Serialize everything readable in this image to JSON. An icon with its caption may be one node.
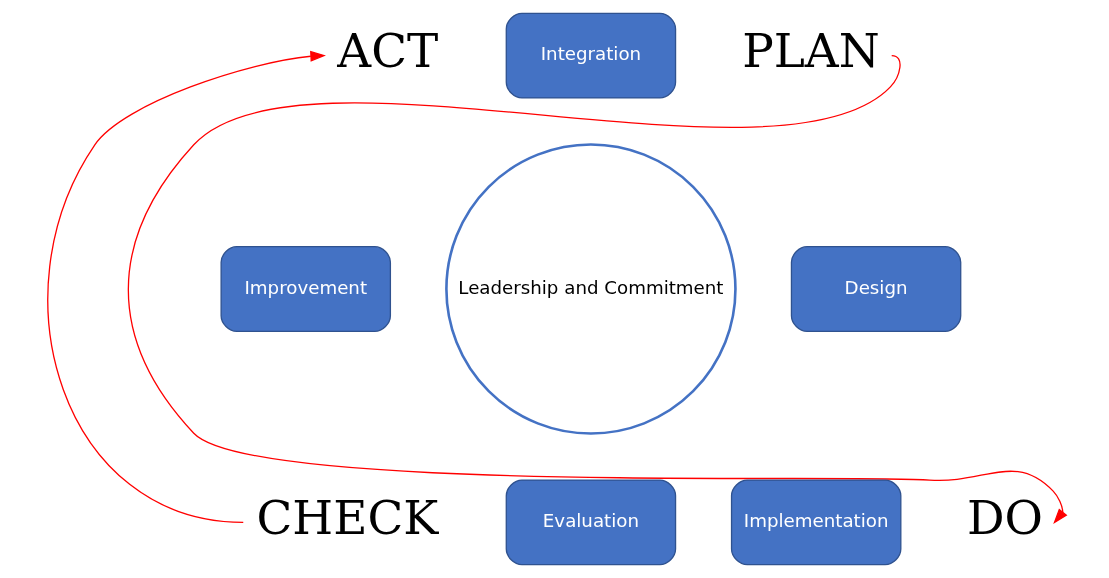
{
  "diagram": {
    "nodes": [
      {
        "text": [
          "ACT"
        ]
      },
      {
        "text": [
          "Integration"
        ]
      },
      {
        "text": [
          "PLAN"
        ]
      },
      {
        "text": [
          "Improvement"
        ]
      },
      {
        "text": [
          "Leadership and Commitment"
        ]
      },
      {
        "text": [
          "Design"
        ]
      },
      {
        "text": [
          "CHECK"
        ]
      },
      {
        "text": [
          "Evaluation"
        ]
      },
      {
        "text": [
          "Implementation"
        ]
      },
      {
        "text": [
          "DO"
        ]
      }
    ],
    "edges": [
      {
        "from": 2,
        "to": 9,
        "arrow": "to",
        "color": "#ff0000"
      },
      {
        "from": 6,
        "to": 0,
        "arrow": "to",
        "color": "#ff0000"
      }
    ]
  }
}
